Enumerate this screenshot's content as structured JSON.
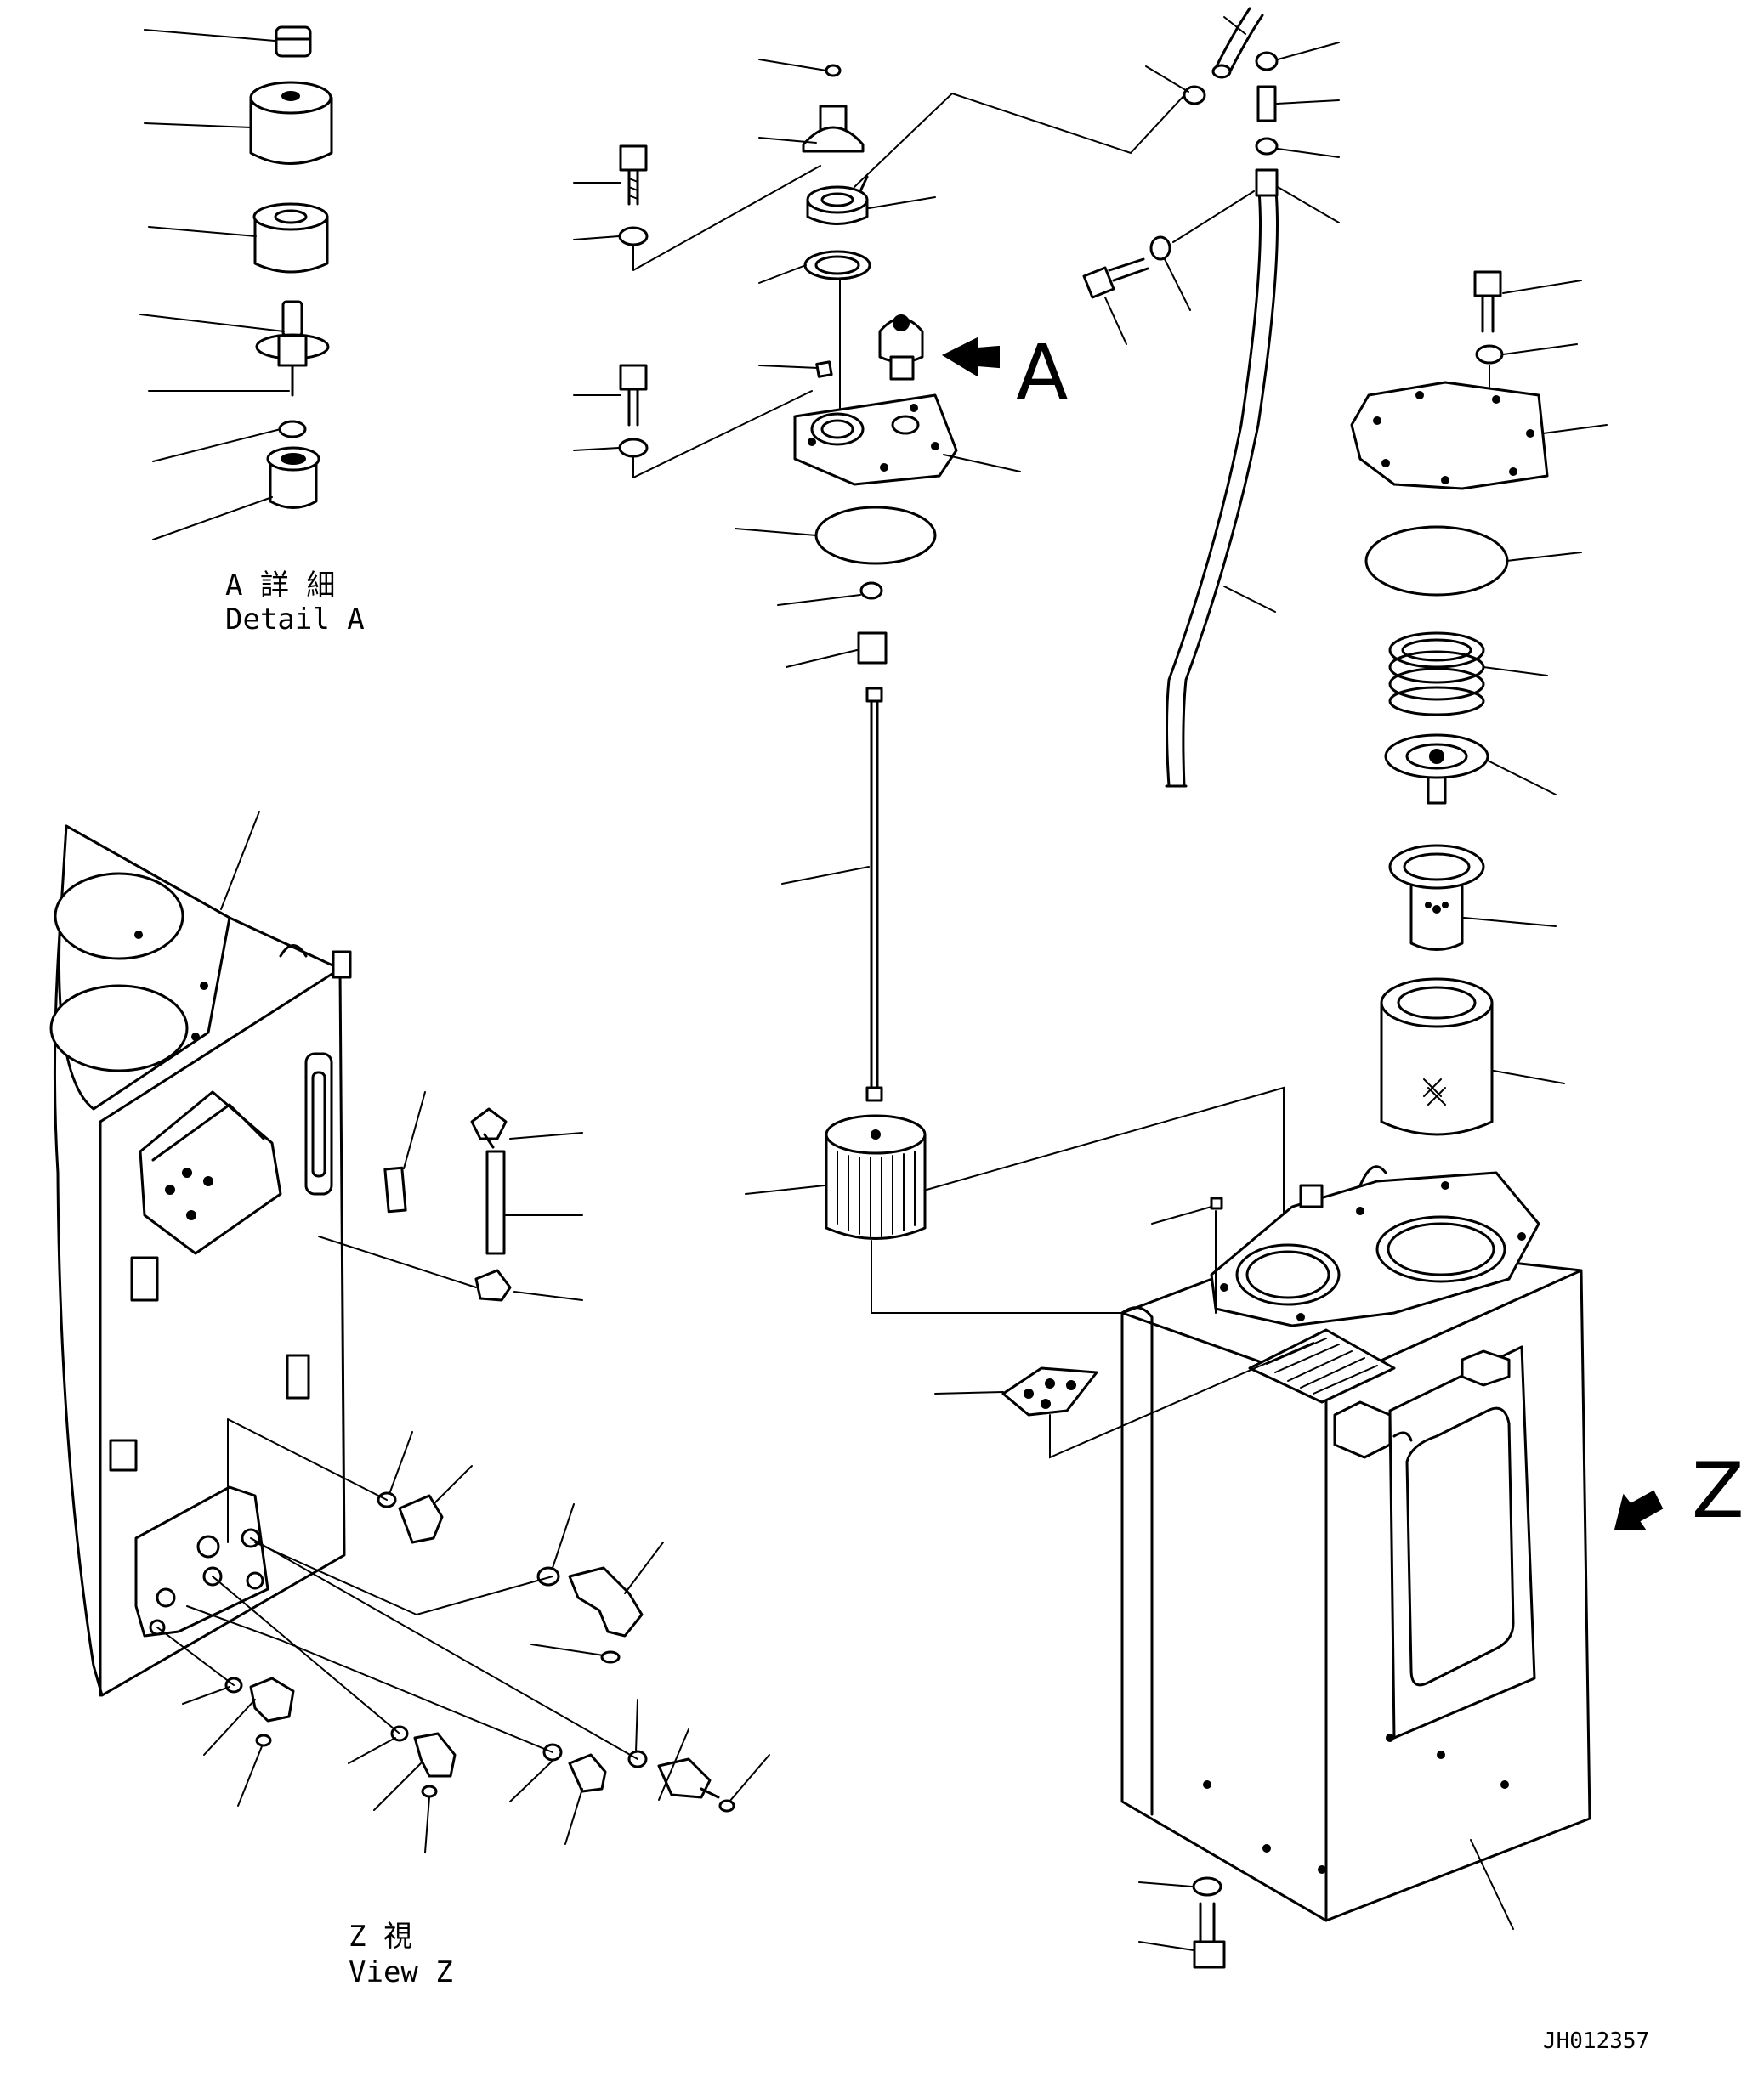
{
  "detail_a": {
    "title_jp": "A 詳 細",
    "title_en": "Detail A"
  },
  "view_z": {
    "title_jp": "Z  視",
    "title_en": "View Z"
  },
  "markers": {
    "arrow_a": "A",
    "arrow_z": "Z"
  },
  "drawing_number": "JH012357"
}
